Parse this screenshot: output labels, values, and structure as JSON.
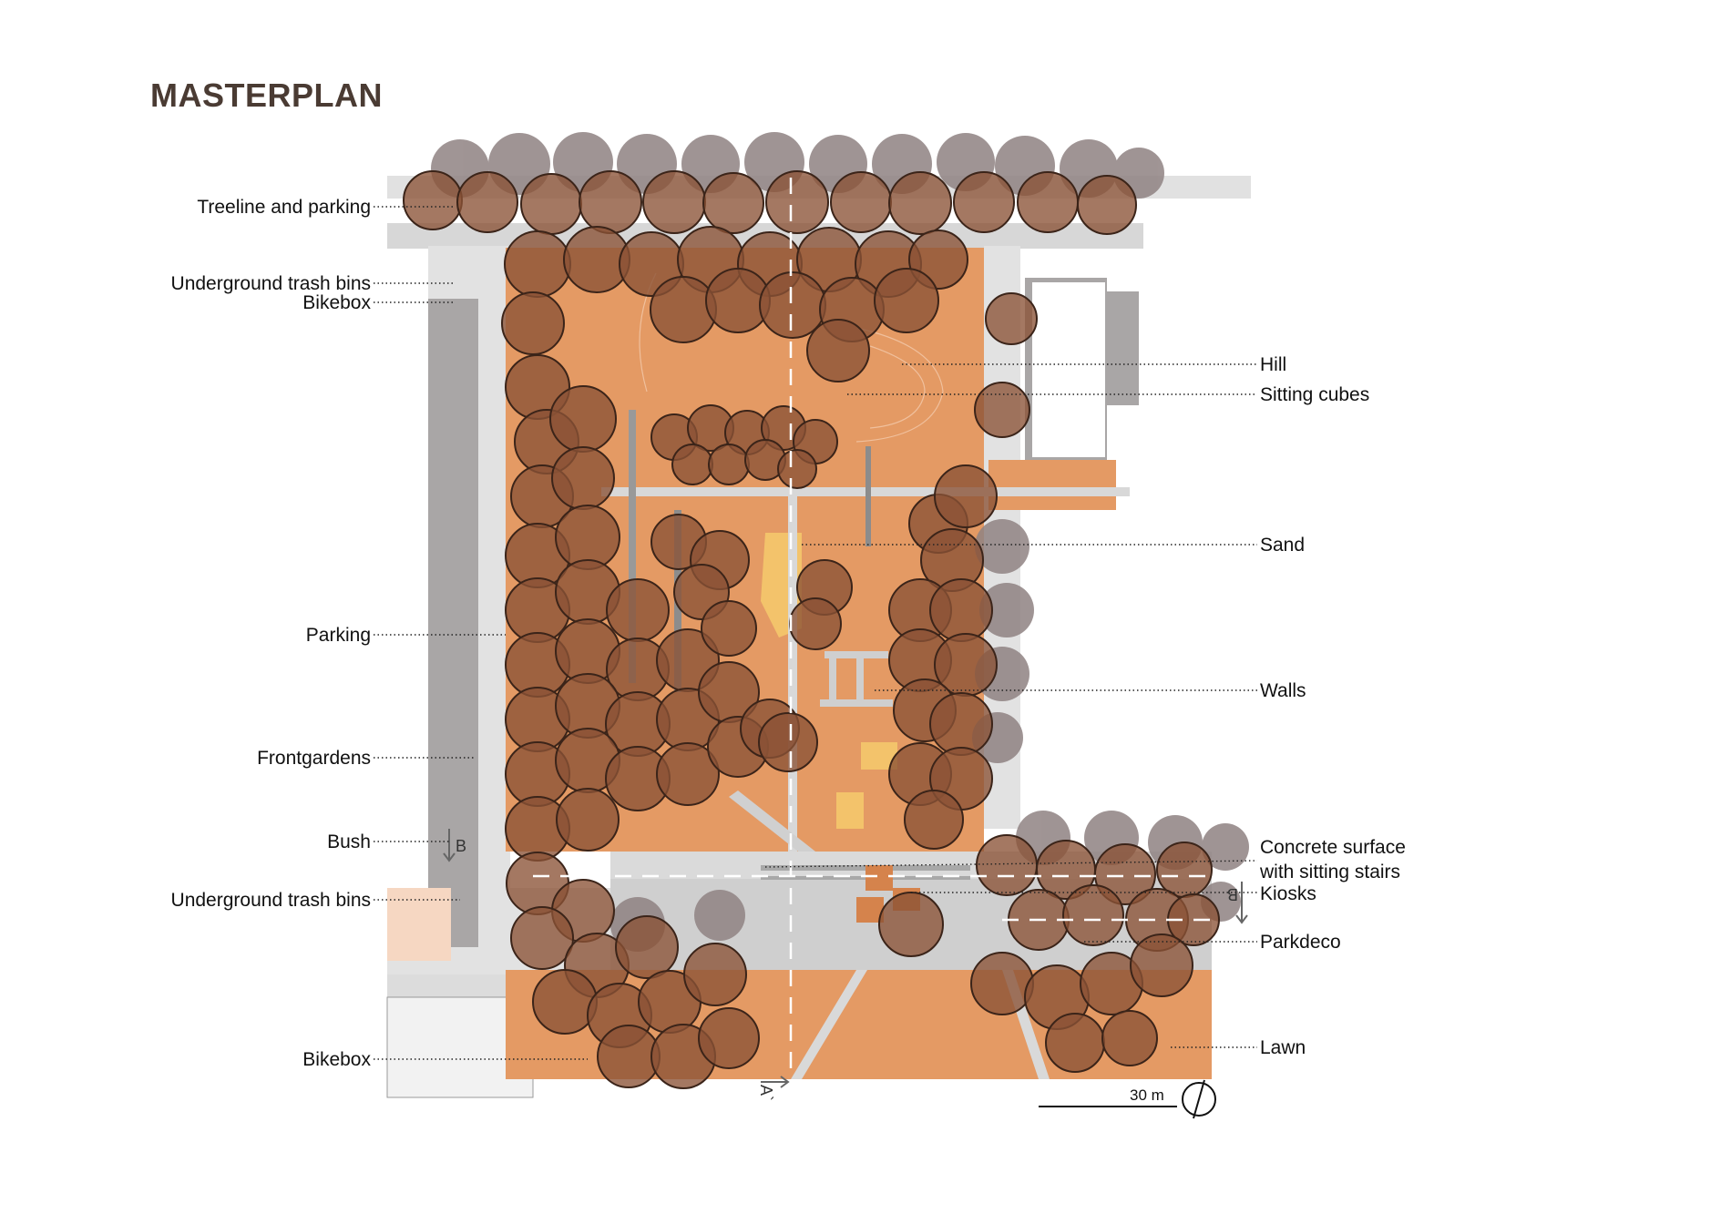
{
  "title": "MASTERPLAN",
  "labels_left": {
    "treeline": "Treeline and parking",
    "trash_top": "Underground trash bins",
    "bikebox_top": "Bikebox",
    "parking": "Parking",
    "frontgardens": "Frontgardens",
    "bush": "Bush",
    "trash_bottom": "Underground trash bins",
    "bikebox_bottom": "Bikebox"
  },
  "labels_right": {
    "hill": "Hill",
    "cubes": "Sitting cubes",
    "sand": "Sand",
    "walls": "Walls",
    "concrete_1": "Concrete surface",
    "concrete_2": "with sitting stairs",
    "kiosks": "Kiosks",
    "parkdeco": "Parkdeco",
    "lawn": "Lawn"
  },
  "scale": "30 m",
  "section_marks": {
    "a": "A`",
    "b": "B"
  },
  "colors": {
    "ground": "#e49a64",
    "tree": "#8a5236",
    "tree_outline": "#3b2419",
    "grey_tree": "#8f8282",
    "paving": "#dedede",
    "building": "#a9a6a6",
    "sand": "#f3c36b",
    "title": "#4a3b33"
  }
}
